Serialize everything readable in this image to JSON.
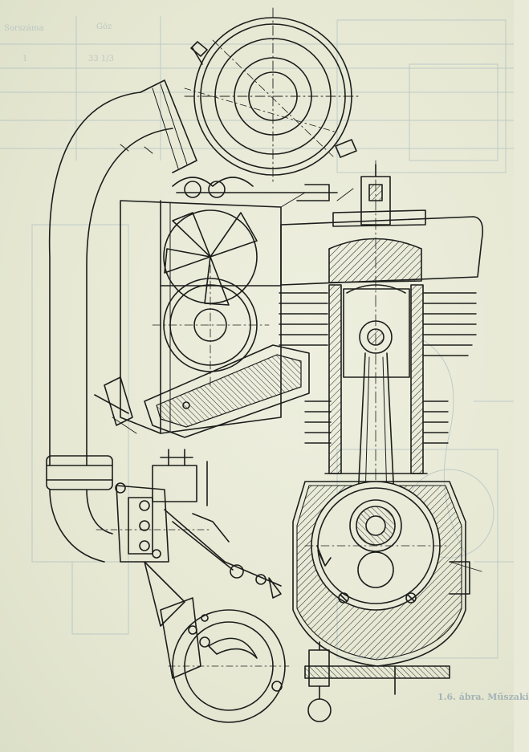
{
  "figure": {
    "caption": "1.6. ábra. Műszaki"
  },
  "bleed_through": {
    "header_left": "Sorszáma",
    "header_mid": "Gőz",
    "row_num": "1",
    "row_val": "33 1/3"
  },
  "colors": {
    "ink": "#1c1e1c",
    "paper": "#e9ead8",
    "ghost": "#9eb0b8"
  }
}
